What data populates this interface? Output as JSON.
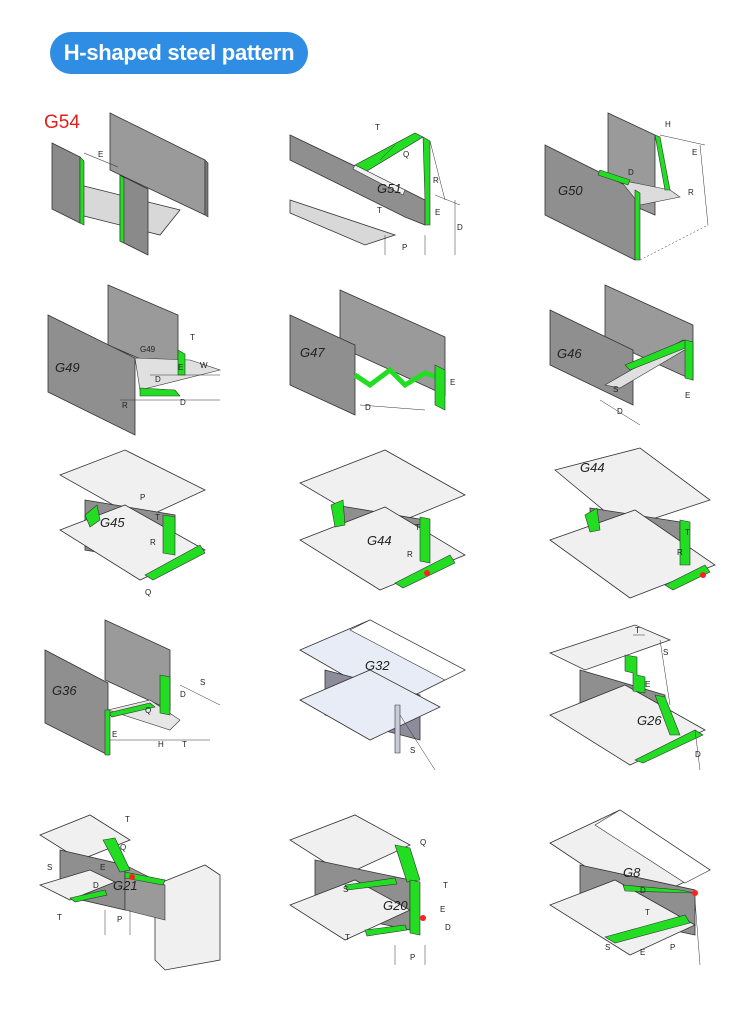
{
  "header": {
    "title": "H-shaped steel pattern"
  },
  "first_label": "G54",
  "colors": {
    "accent_blue": "#2f8de4",
    "weld_green": "#22dd22",
    "steel_gray": "#8f8f8f",
    "label_red": "#e0201c",
    "point_red": "#ff2020"
  },
  "diagrams": [
    {
      "label": "G54",
      "dims": [
        "E"
      ]
    },
    {
      "label": "G51",
      "dims": [
        "T",
        "Q",
        "R",
        "E",
        "D",
        "T",
        "P"
      ]
    },
    {
      "label": "G50",
      "dims": [
        "H",
        "E",
        "D",
        "R"
      ]
    },
    {
      "label": "G49",
      "dims": [
        "G49",
        "T",
        "E",
        "D",
        "W",
        "R",
        "D"
      ]
    },
    {
      "label": "G47",
      "dims": [
        "E",
        "D"
      ]
    },
    {
      "label": "G46",
      "dims": [
        "S",
        "D",
        "E"
      ]
    },
    {
      "label": "G45",
      "dims": [
        "P",
        "T",
        "R",
        "Q"
      ]
    },
    {
      "label": "G44",
      "dims": [
        "T",
        "R"
      ]
    },
    {
      "label": "G44",
      "dims": [
        "T",
        "R"
      ]
    },
    {
      "label": "G36",
      "dims": [
        "S",
        "D",
        "Q",
        "E",
        "H",
        "T"
      ]
    },
    {
      "label": "G32",
      "dims": [
        "S"
      ]
    },
    {
      "label": "G26",
      "dims": [
        "T",
        "S",
        "E",
        "D"
      ]
    },
    {
      "label": "G21",
      "dims": [
        "T",
        "Q",
        "E",
        "D",
        "S",
        "T",
        "P"
      ]
    },
    {
      "label": "G20",
      "dims": [
        "Q",
        "S",
        "T",
        "E",
        "D",
        "T",
        "P"
      ]
    },
    {
      "label": "G8",
      "dims": [
        "D",
        "T",
        "S",
        "E",
        "P"
      ]
    }
  ]
}
